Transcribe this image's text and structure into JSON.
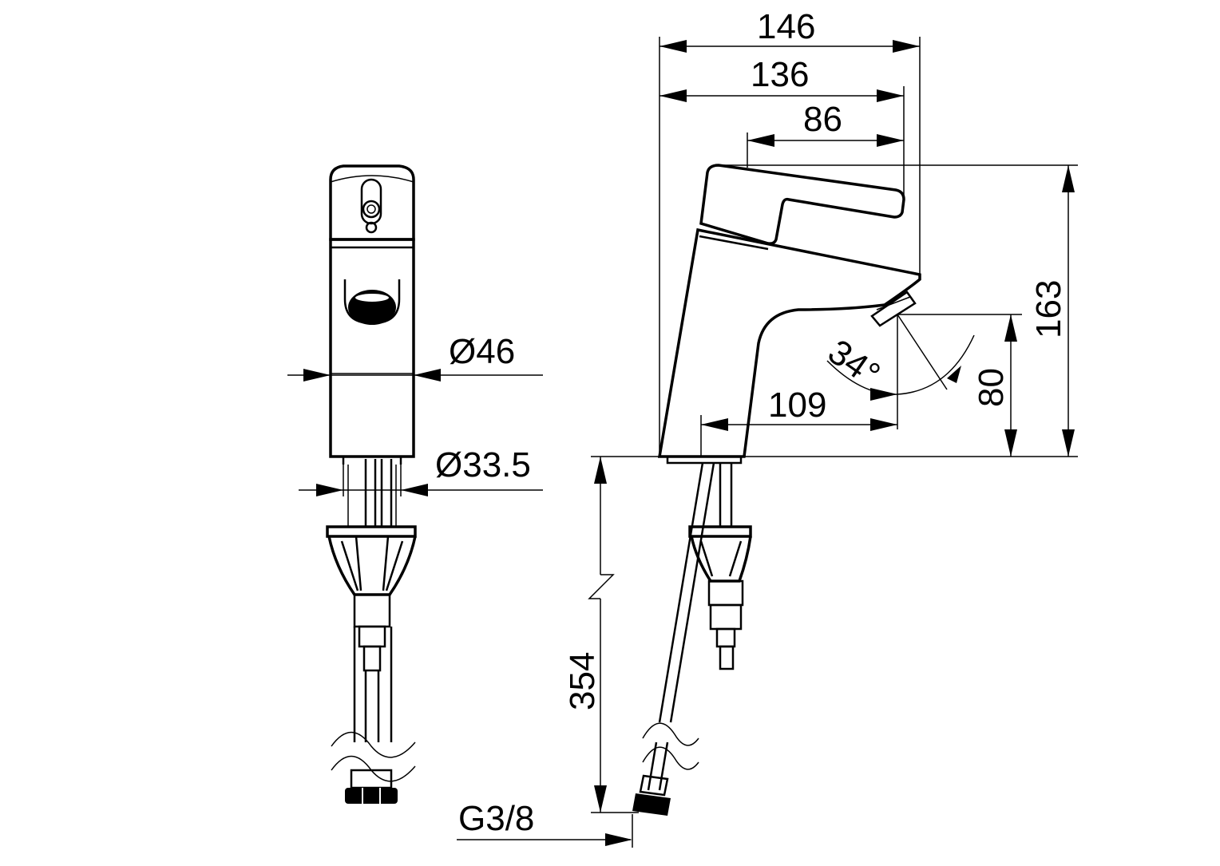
{
  "dimensions": {
    "overall_length": "146",
    "spout_reach": "136",
    "lever_length": "86",
    "total_height": "163",
    "spout_height": "80",
    "spout_projection": "109",
    "spout_angle": "34°",
    "body_diameter": "Ø46",
    "shank_diameter": "Ø33.5",
    "hose_length": "354",
    "connection_thread": "G3/8"
  }
}
